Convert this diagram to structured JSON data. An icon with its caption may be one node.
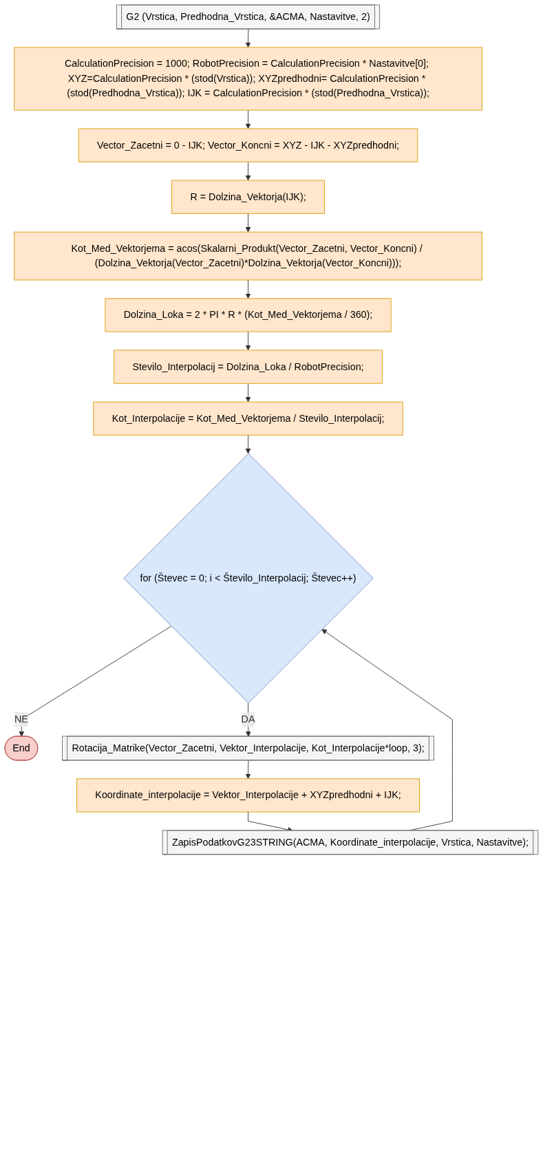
{
  "diagram": {
    "nodes": [
      {
        "text": [
          "G2 (Vrstica, Predhodna_Vrstica, &ACMA, Nastavitve, 2)"
        ]
      },
      {
        "text": [
          "CalculationPrecision = 1000; RobotPrecision = CalculationPrecision * Nastavitve[0]; XYZ=CalculationPrecision * (stod(Vrstica)); XYZpredhodni= CalculationPrecision * (stod(Predhodna_Vrstica)); IJK = CalculationPrecision * (stod(Predhodna_Vrstica));"
        ]
      },
      {
        "text": [
          "Vector_Zacetni = 0 - IJK; Vector_Koncni = XYZ - IJK - XYZpredhodni;"
        ]
      },
      {
        "text": [
          "R = Dolzina_Vektorja(IJK);"
        ]
      },
      {
        "text": [
          "Kot_Med_Vektorjema = acos(Skalarni_Produkt(Vector_Zacetni, Vector_Koncni) / (Dolzina_Vektorja(Vector_Zacetni)*Dolzina_Vektorja(Vector_Koncni)));"
        ]
      },
      {
        "text": [
          "Dolzina_Loka = 2 * PI * R * (Kot_Med_Vektorjema / 360);"
        ]
      },
      {
        "text": [
          "Stevilo_Interpolacij = Dolzina_Loka / RobotPrecision;"
        ]
      },
      {
        "text": [
          "Kot_Interpolacije = Kot_Med_Vektorjema / Stevilo_Interpolacij;"
        ]
      },
      {
        "text": [
          "for (Števec = 0; i < Število_Interpolacij; Števec++)"
        ]
      },
      {
        "text": [
          "End"
        ]
      },
      {
        "text": [
          "Rotacija_Matrike(Vector_Zacetni, Vektor_Interpolacije, Kot_Interpolacije*loop, 3);"
        ]
      },
      {
        "text": [
          "Koordinate_interpolacije = Vektor_Interpolacije + XYZpredhodni + IJK;"
        ]
      },
      {
        "text": [
          "ZapisPodatkovG23STRING(ACMA, Koordinate_interpolacije, Vrstica, Nastavitve);"
        ]
      }
    ],
    "edges": [
      {
        "from": 0,
        "to": 1,
        "arrow": "to"
      },
      {
        "from": 1,
        "to": 2,
        "arrow": "to"
      },
      {
        "from": 2,
        "to": 3,
        "arrow": "to"
      },
      {
        "from": 3,
        "to": 4,
        "arrow": "to"
      },
      {
        "from": 4,
        "to": 5,
        "arrow": "to"
      },
      {
        "from": 5,
        "to": 6,
        "arrow": "to"
      },
      {
        "from": 6,
        "to": 7,
        "arrow": "to"
      },
      {
        "from": 7,
        "to": 8,
        "arrow": "to"
      },
      {
        "from": 8,
        "to": 9,
        "label": "NE",
        "arrow": "to"
      },
      {
        "from": 8,
        "to": 10,
        "label": "DA",
        "arrow": "to"
      },
      {
        "from": 10,
        "to": 11,
        "arrow": "to"
      },
      {
        "from": 11,
        "to": 12,
        "arrow": "to"
      },
      {
        "from": 12,
        "to": 8,
        "arrow": "to"
      }
    ]
  }
}
